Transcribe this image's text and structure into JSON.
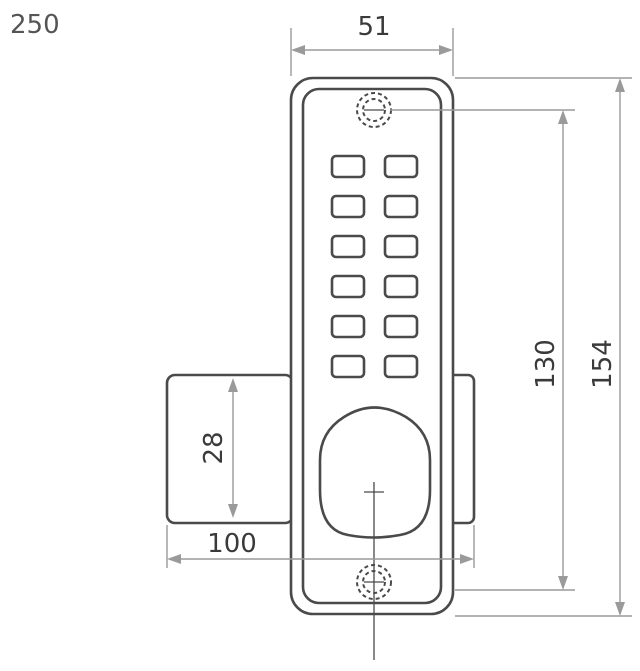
{
  "model_label": "250",
  "dimensions": {
    "faceplate_width": "51",
    "screw_spacing": "130",
    "faceplate_height": "154",
    "latch_height": "28",
    "backset": "100"
  },
  "keypad": {
    "rows": 6,
    "columns": 2
  },
  "colors": {
    "outline": "#4a4a4a",
    "dimension_line": "#9a9a9a",
    "text": "#3a3a3a"
  }
}
